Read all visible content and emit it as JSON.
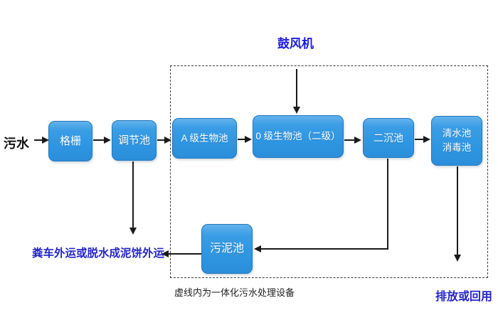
{
  "diagram": {
    "title_hint": "integrated wastewater treatment process flowchart",
    "source_label": "污水",
    "blower_label": "鼓风机",
    "boxes": {
      "grid": "格栅",
      "regulating": "调节池",
      "a_bio": "A 级生物池",
      "o_bio": "0 级生物池（二级）",
      "secondary_sed": "二沉池",
      "clean_line1": "清水池",
      "clean_line2": "消毒池",
      "sludge": "污泥池"
    },
    "outputs": {
      "sludge_out": "粪车外运或脱水成泥饼外运",
      "discharge": "排放或回用"
    },
    "caption": "虚线内为一体化污水处理设备",
    "colors": {
      "box_fill": "#2F96E2",
      "box_fill_light": "#64B2EC",
      "box_border": "#2278BC",
      "blue_text": "#2424CC",
      "line": "#1A1A1A",
      "background": "#FFFFFF"
    }
  }
}
